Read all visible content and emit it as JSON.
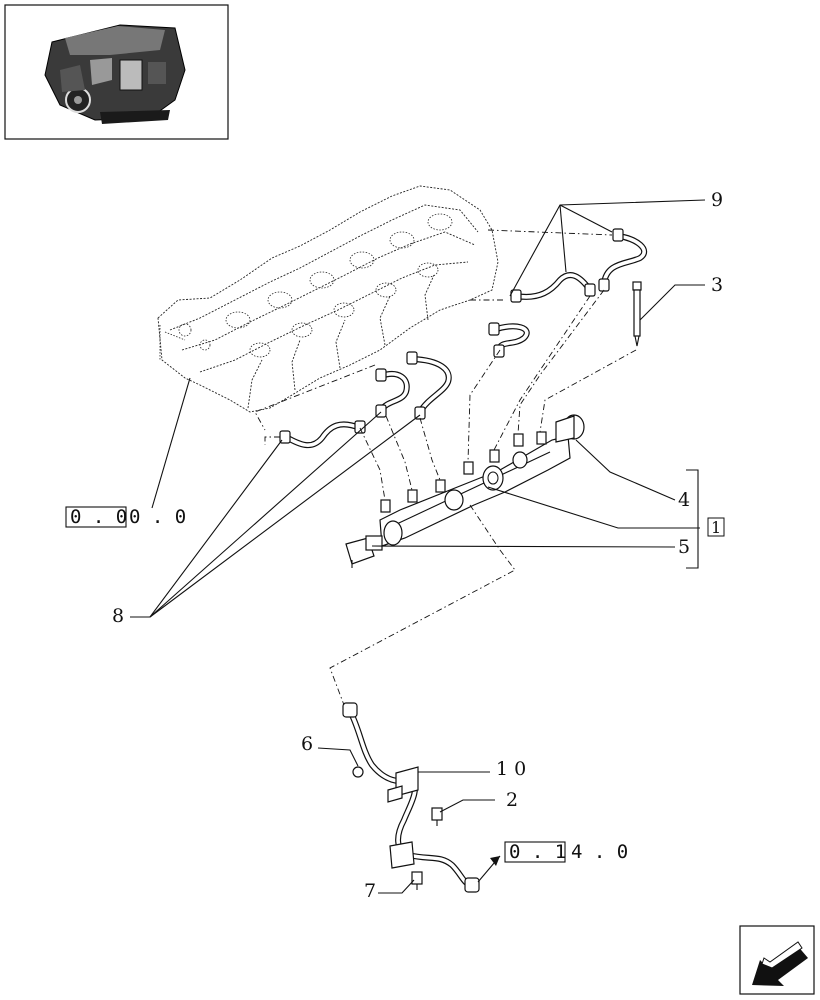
{
  "callouts": {
    "c1": "1",
    "c2": "2",
    "c3": "3",
    "c4": "4",
    "c5": "5",
    "c6": "6",
    "c7": "7",
    "c8": "8",
    "c9": "9",
    "c10": "1 0"
  },
  "references": {
    "ref_a_boxed": "0 . 0",
    "ref_a_rest": "0 . 0",
    "ref_b_boxed": "0 . 1",
    "ref_b_rest": "4 . 0"
  },
  "colors": {
    "ink": "#111111",
    "paper": "#ffffff"
  },
  "icons": [
    "engine-thumbnail-icon",
    "navigation-arrow-icon"
  ]
}
